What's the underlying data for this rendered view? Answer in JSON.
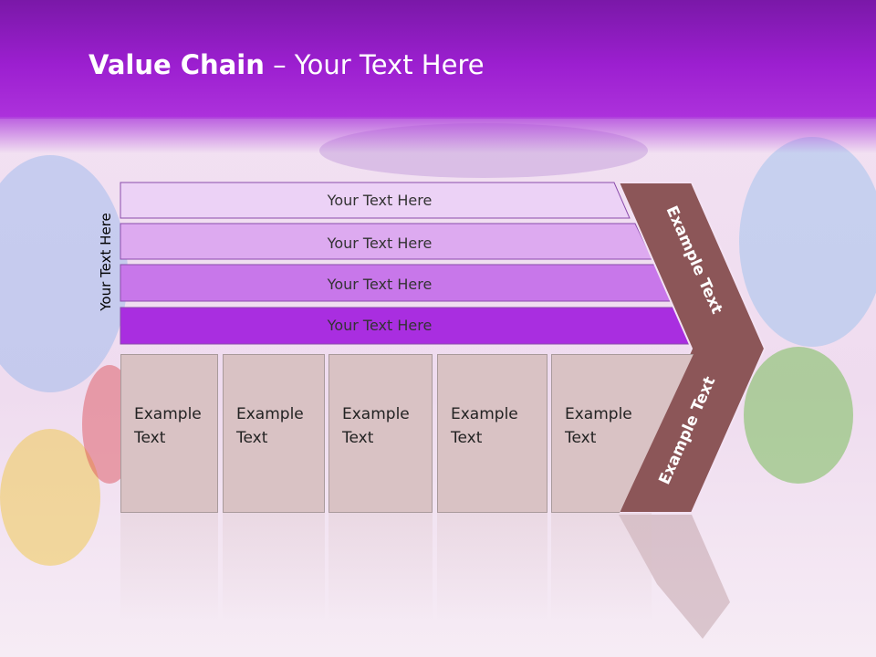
{
  "title": {
    "bold": "Value Chain",
    "rest": " – Your Text Here"
  },
  "side_label": "Your Text Here",
  "bars": [
    "Your Text Here",
    "Your Text Here",
    "Your Text Here",
    "Your Text Here"
  ],
  "boxes": [
    {
      "line1": "Example",
      "line2": "Text"
    },
    {
      "line1": "Example",
      "line2": "Text"
    },
    {
      "line1": "Example",
      "line2": "Text"
    },
    {
      "line1": "Example",
      "line2": "Text"
    },
    {
      "line1": "Example",
      "line2": "Text"
    }
  ],
  "chevron": {
    "upper": "Example Text",
    "lower": "Example Text"
  },
  "colors": {
    "header": "#9c1fd0",
    "bar1": "#ecd2f6",
    "bar2": "#ddaaf0",
    "bar3": "#c877ea",
    "bar4": "#a92ee0",
    "box": "#d9c2c4",
    "chevron": "#8c5658"
  }
}
